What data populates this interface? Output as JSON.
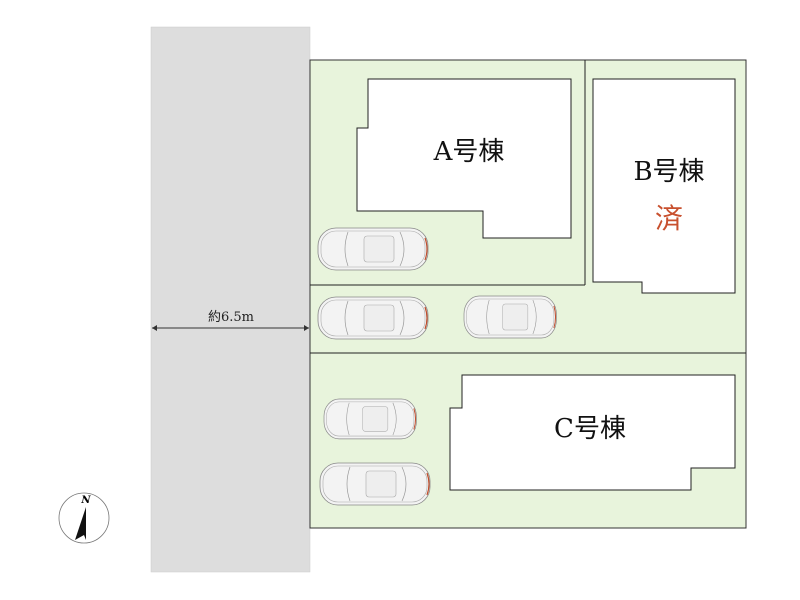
{
  "buildings": [
    {
      "id": "A",
      "label": "A号棟",
      "status": ""
    },
    {
      "id": "B",
      "label": "B号棟",
      "status": "済"
    },
    {
      "id": "C",
      "label": "C号棟",
      "status": ""
    }
  ],
  "road": {
    "width_label": "約6.5m"
  },
  "compass": {
    "label": "N"
  },
  "colors": {
    "site": "#e8f4dc",
    "road": "#dddddd",
    "stamp": "#c8502e"
  }
}
